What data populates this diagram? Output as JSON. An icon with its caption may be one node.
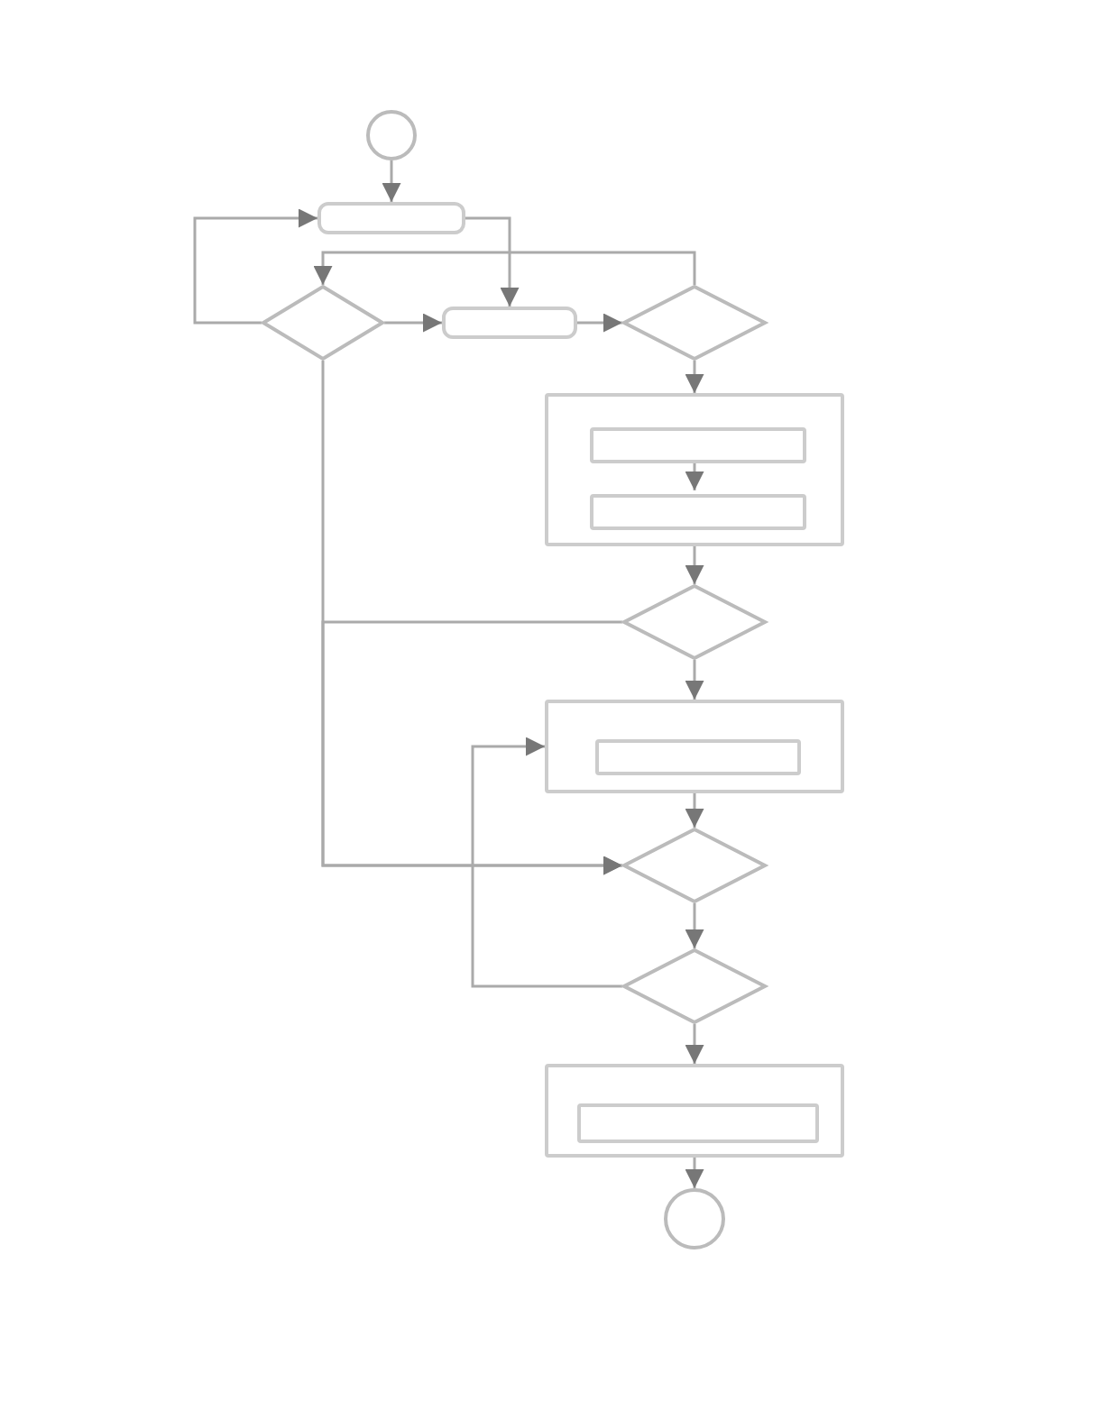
{
  "diagram": {
    "nodes": [
      {
        "text": [],
        "shape": "circle"
      },
      {
        "text": [],
        "shape": "box"
      },
      {
        "text": [],
        "shape": "diamond"
      },
      {
        "text": [],
        "shape": "box"
      },
      {
        "text": [],
        "shape": "diamond"
      },
      {
        "text": [],
        "shape": "box"
      },
      {
        "text": [],
        "shape": "box",
        "in": 5
      },
      {
        "text": [],
        "shape": "box",
        "in": 5
      },
      {
        "text": [],
        "shape": "diamond"
      },
      {
        "text": [],
        "shape": "box"
      },
      {
        "text": [],
        "shape": "box",
        "in": 9
      },
      {
        "text": [],
        "shape": "diamond"
      },
      {
        "text": [],
        "shape": "diamond"
      },
      {
        "text": [],
        "shape": "box"
      },
      {
        "text": [],
        "shape": "box",
        "in": 13
      },
      {
        "text": [],
        "shape": "circle"
      }
    ],
    "edges": [
      {
        "from": 0,
        "to": 1,
        "arrow": "to"
      },
      {
        "from": 2,
        "to": 1,
        "arrow": "to"
      },
      {
        "from": 1,
        "to": 3,
        "arrow": "to"
      },
      {
        "from": 2,
        "to": 3,
        "arrow": "to"
      },
      {
        "from": 4,
        "to": 2,
        "arrow": "to"
      },
      {
        "from": 3,
        "to": 4,
        "arrow": "to"
      },
      {
        "from": 4,
        "to": 5,
        "arrow": "to"
      },
      {
        "from": 6,
        "to": 7,
        "arrow": "to"
      },
      {
        "from": 5,
        "to": 8,
        "arrow": "to"
      },
      {
        "from": 8,
        "to": 11,
        "arrow": "to"
      },
      {
        "from": 2,
        "to": 11,
        "arrow": "to"
      },
      {
        "from": 8,
        "to": 9,
        "arrow": "to"
      },
      {
        "from": 9,
        "to": 11,
        "arrow": "to"
      },
      {
        "from": 11,
        "to": 12,
        "arrow": "to"
      },
      {
        "from": 12,
        "to": 9,
        "arrow": "to"
      },
      {
        "from": 12,
        "to": 13,
        "arrow": "to"
      },
      {
        "from": 13,
        "to": 15,
        "arrow": "to"
      }
    ]
  }
}
